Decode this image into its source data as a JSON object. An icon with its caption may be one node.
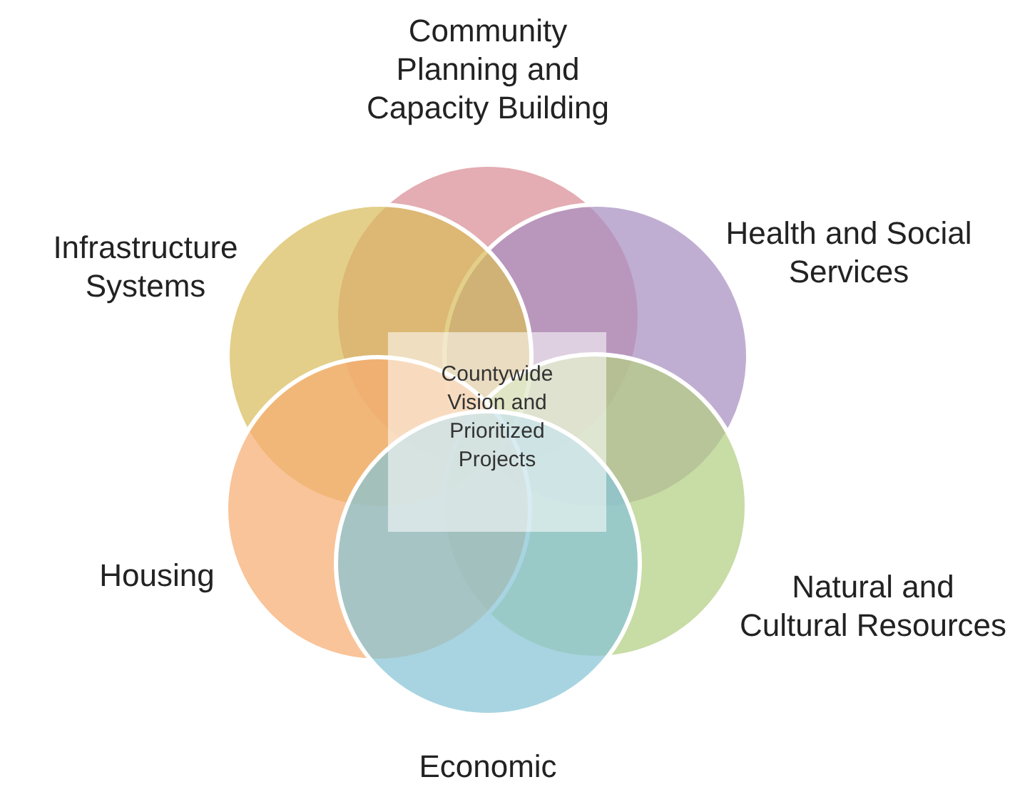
{
  "diagram": {
    "nodes": [
      {
        "text": [
          "Community Planning and Capacity Building"
        ]
      },
      {
        "text": [
          "Health and Social Services"
        ]
      },
      {
        "text": [
          "Infrastructure Systems"
        ]
      },
      {
        "text": [
          "Countywide Vision and Prioritized Projects"
        ]
      },
      {
        "text": [
          "Natural and Cultural Resources"
        ]
      },
      {
        "text": [
          "Housing"
        ]
      },
      {
        "text": [
          "Economic"
        ]
      }
    ],
    "edges": []
  }
}
